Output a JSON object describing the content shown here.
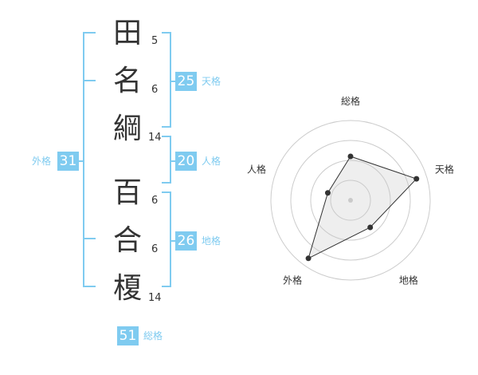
{
  "name_chars": [
    {
      "char": "田",
      "strokes": "5"
    },
    {
      "char": "名",
      "strokes": "6"
    },
    {
      "char": "綱",
      "strokes": "14"
    },
    {
      "char": "百",
      "strokes": "6"
    },
    {
      "char": "合",
      "strokes": "6"
    },
    {
      "char": "榎",
      "strokes": "14"
    }
  ],
  "kakusu": {
    "tenkaku": {
      "value": "25",
      "label": "天格"
    },
    "jinkaku": {
      "value": "20",
      "label": "人格"
    },
    "chikaku": {
      "value": "26",
      "label": "地格"
    },
    "gaikaku": {
      "value": "31",
      "label": "外格"
    },
    "soukaku": {
      "value": "51",
      "label": "総格"
    }
  },
  "colors": {
    "accent": "#7fcbf0",
    "text": "#333333"
  },
  "chart_data": {
    "type": "radar",
    "categories": [
      "総格",
      "天格",
      "地格",
      "外格",
      "人格"
    ],
    "values": [
      0.55,
      0.87,
      0.42,
      0.9,
      0.3
    ],
    "rings": 4
  }
}
